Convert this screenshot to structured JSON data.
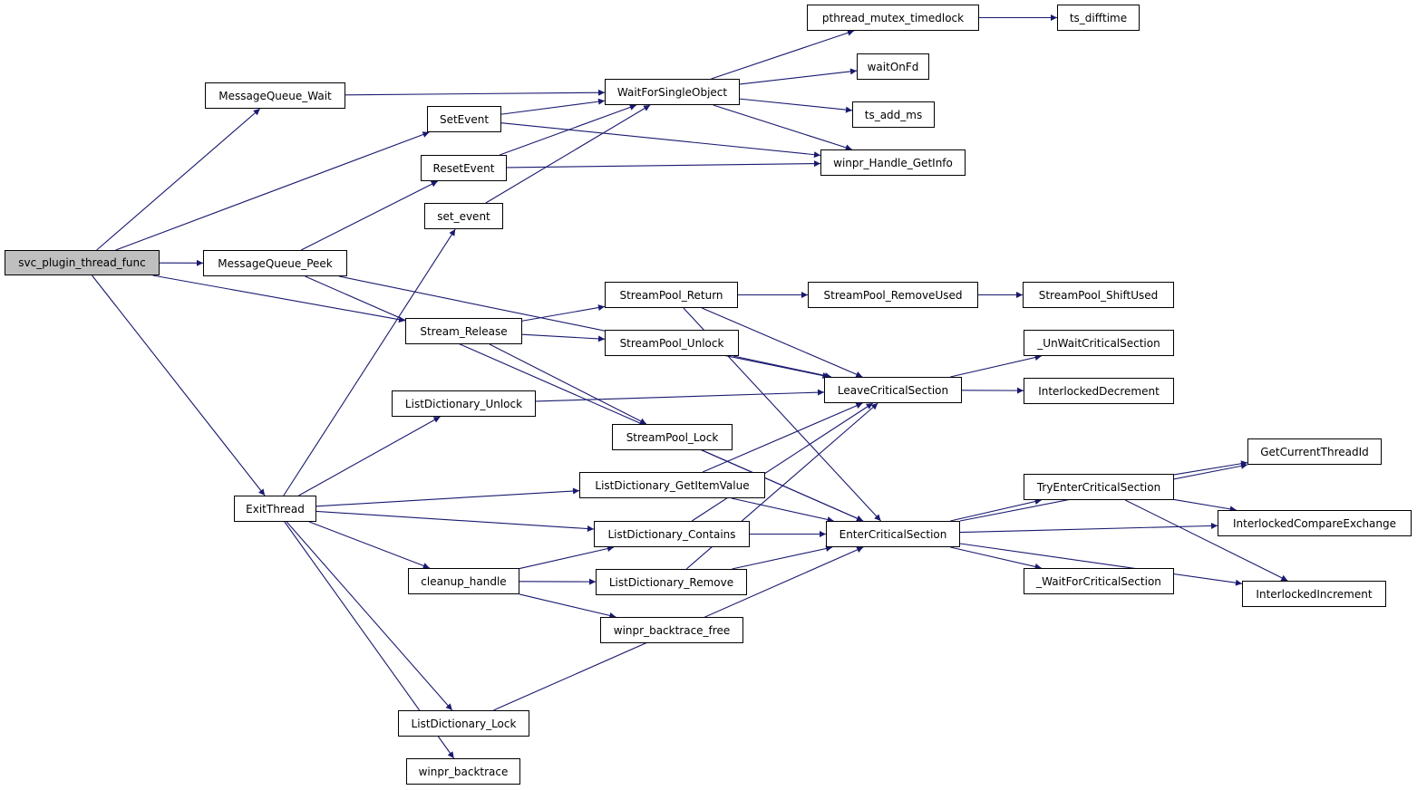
{
  "colors": {
    "edge": "#191970",
    "node_border": "#000000",
    "root_fill": "#bfbfbf",
    "node_fill": "#ffffff"
  },
  "nodes": {
    "svc_plugin_thread_func": "svc_plugin_thread_func",
    "MessageQueue_Wait": "MessageQueue_Wait",
    "MessageQueue_Peek": "MessageQueue_Peek",
    "ExitThread": "ExitThread",
    "SetEvent": "SetEvent",
    "ResetEvent": "ResetEvent",
    "set_event": "set_event",
    "Stream_Release": "Stream_Release",
    "ListDictionary_Unlock": "ListDictionary_Unlock",
    "cleanup_handle": "cleanup_handle",
    "ListDictionary_Lock": "ListDictionary_Lock",
    "winpr_backtrace": "winpr_backtrace",
    "WaitForSingleObject": "WaitForSingleObject",
    "StreamPool_Return": "StreamPool_Return",
    "StreamPool_Unlock": "StreamPool_Unlock",
    "StreamPool_Lock": "StreamPool_Lock",
    "ListDictionary_GetItemValue": "ListDictionary_GetItemValue",
    "ListDictionary_Contains": "ListDictionary_Contains",
    "ListDictionary_Remove": "ListDictionary_Remove",
    "winpr_backtrace_free": "winpr_backtrace_free",
    "pthread_mutex_timedlock": "pthread_mutex_timedlock",
    "waitOnFd": "waitOnFd",
    "ts_add_ms": "ts_add_ms",
    "winpr_Handle_GetInfo": "winpr_Handle_GetInfo",
    "StreamPool_RemoveUsed": "StreamPool_RemoveUsed",
    "LeaveCriticalSection": "LeaveCriticalSection",
    "EnterCriticalSection": "EnterCriticalSection",
    "ts_difftime": "ts_difftime",
    "StreamPool_ShiftUsed": "StreamPool_ShiftUsed",
    "_UnWaitCriticalSection": "_UnWaitCriticalSection",
    "InterlockedDecrement": "InterlockedDecrement",
    "TryEnterCriticalSection": "TryEnterCriticalSection",
    "_WaitForCriticalSection": "_WaitForCriticalSection",
    "GetCurrentThreadId": "GetCurrentThreadId",
    "InterlockedCompareExchange": "InterlockedCompareExchange",
    "InterlockedIncrement": "InterlockedIncrement"
  },
  "edges": [
    [
      "svc_plugin_thread_func",
      "MessageQueue_Wait"
    ],
    [
      "svc_plugin_thread_func",
      "SetEvent"
    ],
    [
      "svc_plugin_thread_func",
      "MessageQueue_Peek"
    ],
    [
      "svc_plugin_thread_func",
      "Stream_Release"
    ],
    [
      "svc_plugin_thread_func",
      "ExitThread"
    ],
    [
      "MessageQueue_Wait",
      "WaitForSingleObject"
    ],
    [
      "SetEvent",
      "WaitForSingleObject"
    ],
    [
      "SetEvent",
      "winpr_Handle_GetInfo"
    ],
    [
      "ResetEvent",
      "WaitForSingleObject"
    ],
    [
      "ResetEvent",
      "winpr_Handle_GetInfo"
    ],
    [
      "set_event",
      "WaitForSingleObject"
    ],
    [
      "MessageQueue_Peek",
      "ResetEvent"
    ],
    [
      "MessageQueue_Peek",
      "LeaveCriticalSection"
    ],
    [
      "MessageQueue_Peek",
      "EnterCriticalSection"
    ],
    [
      "WaitForSingleObject",
      "pthread_mutex_timedlock"
    ],
    [
      "WaitForSingleObject",
      "waitOnFd"
    ],
    [
      "WaitForSingleObject",
      "ts_add_ms"
    ],
    [
      "WaitForSingleObject",
      "winpr_Handle_GetInfo"
    ],
    [
      "pthread_mutex_timedlock",
      "ts_difftime"
    ],
    [
      "Stream_Release",
      "StreamPool_Return"
    ],
    [
      "Stream_Release",
      "StreamPool_Unlock"
    ],
    [
      "Stream_Release",
      "StreamPool_Lock"
    ],
    [
      "StreamPool_Return",
      "StreamPool_RemoveUsed"
    ],
    [
      "StreamPool_Return",
      "LeaveCriticalSection"
    ],
    [
      "StreamPool_Return",
      "EnterCriticalSection"
    ],
    [
      "StreamPool_RemoveUsed",
      "StreamPool_ShiftUsed"
    ],
    [
      "StreamPool_Unlock",
      "LeaveCriticalSection"
    ],
    [
      "StreamPool_Lock",
      "EnterCriticalSection"
    ],
    [
      "ExitThread",
      "set_event"
    ],
    [
      "ExitThread",
      "ListDictionary_Unlock"
    ],
    [
      "ExitThread",
      "ListDictionary_GetItemValue"
    ],
    [
      "ExitThread",
      "ListDictionary_Contains"
    ],
    [
      "ExitThread",
      "cleanup_handle"
    ],
    [
      "ExitThread",
      "ListDictionary_Lock"
    ],
    [
      "ExitThread",
      "winpr_backtrace"
    ],
    [
      "ListDictionary_Unlock",
      "LeaveCriticalSection"
    ],
    [
      "ListDictionary_GetItemValue",
      "LeaveCriticalSection"
    ],
    [
      "ListDictionary_GetItemValue",
      "EnterCriticalSection"
    ],
    [
      "ListDictionary_Contains",
      "LeaveCriticalSection"
    ],
    [
      "ListDictionary_Contains",
      "EnterCriticalSection"
    ],
    [
      "cleanup_handle",
      "ListDictionary_Contains"
    ],
    [
      "cleanup_handle",
      "ListDictionary_Remove"
    ],
    [
      "cleanup_handle",
      "winpr_backtrace_free"
    ],
    [
      "ListDictionary_Remove",
      "LeaveCriticalSection"
    ],
    [
      "ListDictionary_Remove",
      "EnterCriticalSection"
    ],
    [
      "ListDictionary_Lock",
      "EnterCriticalSection"
    ],
    [
      "LeaveCriticalSection",
      "_UnWaitCriticalSection"
    ],
    [
      "LeaveCriticalSection",
      "InterlockedDecrement"
    ],
    [
      "EnterCriticalSection",
      "GetCurrentThreadId"
    ],
    [
      "EnterCriticalSection",
      "TryEnterCriticalSection"
    ],
    [
      "EnterCriticalSection",
      "InterlockedCompareExchange"
    ],
    [
      "EnterCriticalSection",
      "_WaitForCriticalSection"
    ],
    [
      "EnterCriticalSection",
      "InterlockedIncrement"
    ],
    [
      "TryEnterCriticalSection",
      "GetCurrentThreadId"
    ],
    [
      "TryEnterCriticalSection",
      "InterlockedCompareExchange"
    ],
    [
      "TryEnterCriticalSection",
      "InterlockedIncrement"
    ]
  ]
}
